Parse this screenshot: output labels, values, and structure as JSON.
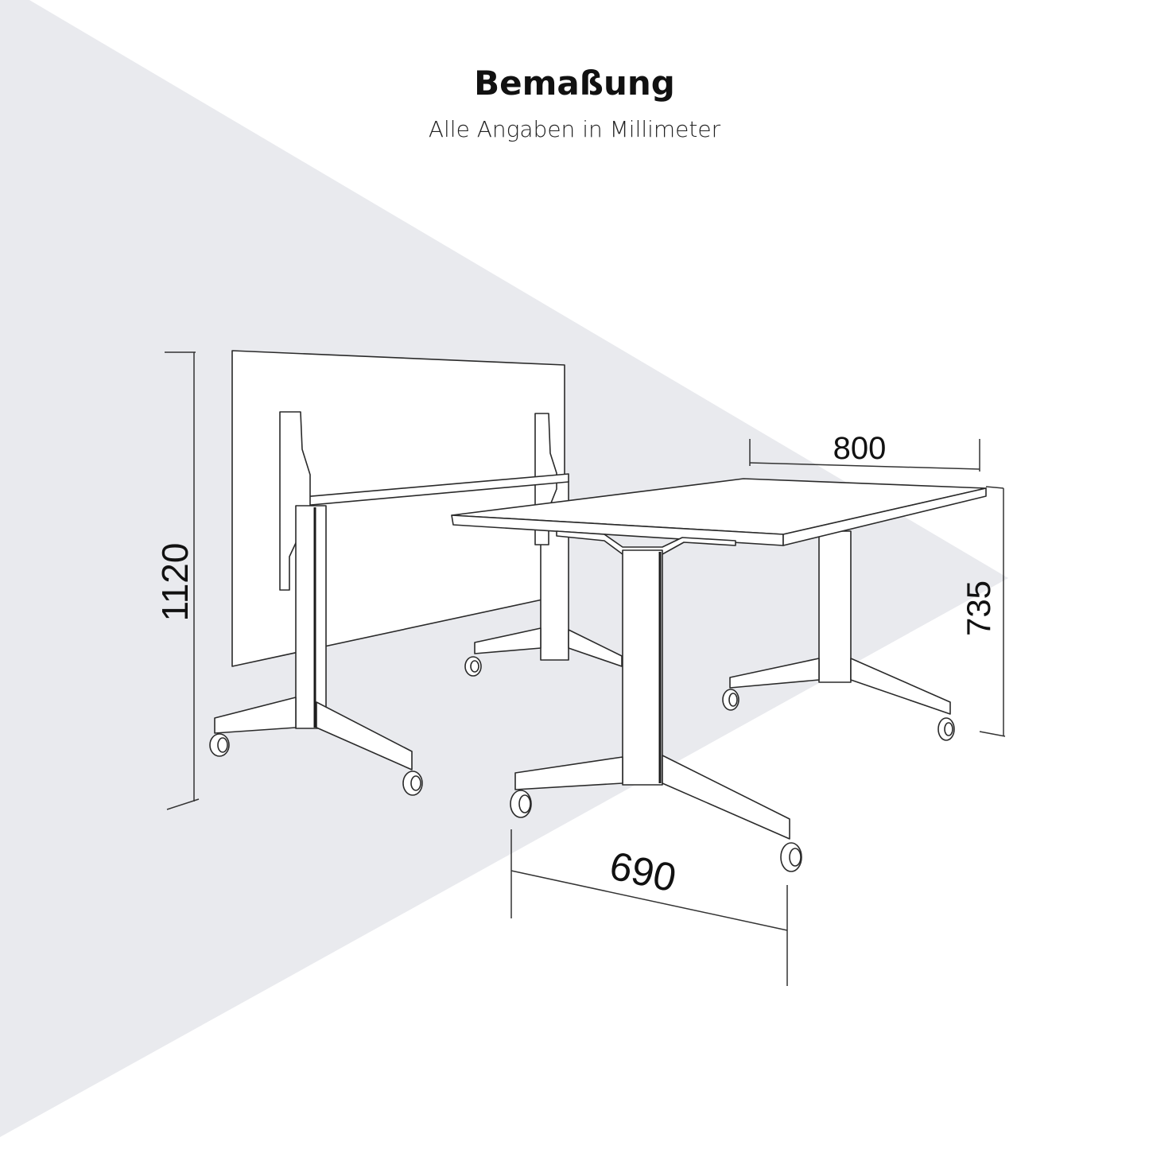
{
  "header": {
    "title": "Bemaßung",
    "subtitle": "Alle Angaben in Millimeter"
  },
  "dimensions": {
    "folded_height": "1120",
    "table_depth": "800",
    "table_height": "735",
    "table_width": "690"
  },
  "colors": {
    "background": "#ffffff",
    "wedge": "#e9eaee",
    "line": "#2a2a2a"
  }
}
